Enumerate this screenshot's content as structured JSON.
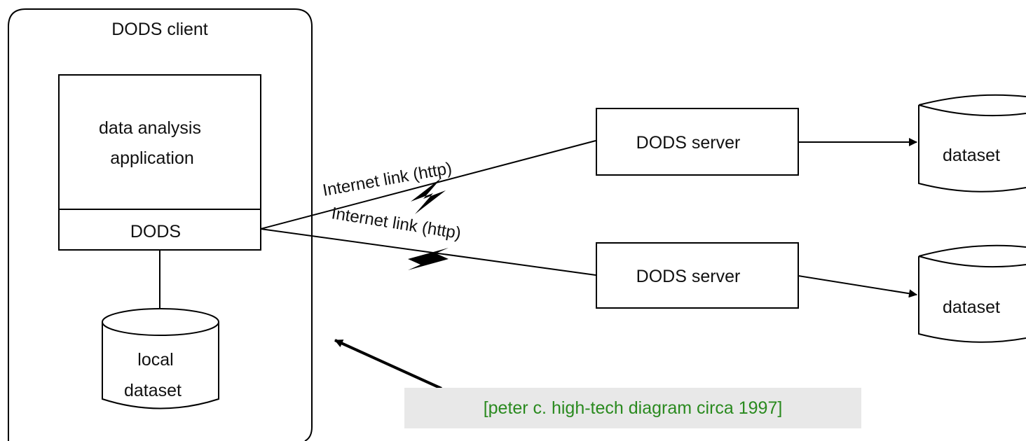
{
  "diagram": {
    "client_label": "DODS client",
    "app_line1": "data analysis",
    "app_line2": "application",
    "dods_label": "DODS",
    "local_line1": "local",
    "local_line2": "dataset",
    "link1_label": "Internet link (http)",
    "link2_label": "Internet link (http)",
    "server1_label": "DODS server",
    "server2_label": "DODS server",
    "dataset1_label": "dataset",
    "dataset2_label": "dataset"
  },
  "caption": {
    "text": "[peter c. high-tech diagram circa 1997]",
    "color": "#2a8a1f",
    "background": "#e8e8e8"
  }
}
